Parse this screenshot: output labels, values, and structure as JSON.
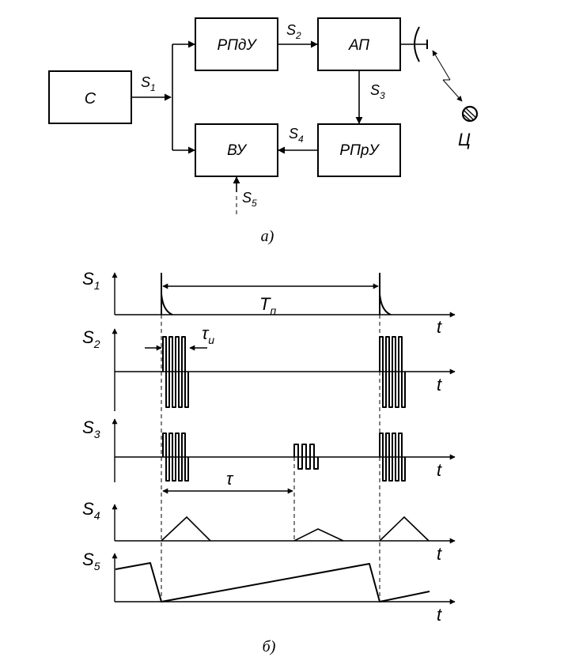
{
  "block_diagram": {
    "blocks": {
      "source": "С",
      "transmitter": "РПдУ",
      "antenna_switch": "АП",
      "receiver": "РПрУ",
      "computing_unit": "ВУ"
    },
    "signals": {
      "s1": "S",
      "s1_sub": "1",
      "s2": "S",
      "s2_sub": "2",
      "s3": "S",
      "s3_sub": "3",
      "s4": "S",
      "s4_sub": "4",
      "s5": "S",
      "s5_sub": "5"
    },
    "target_label": "Ц",
    "caption": "а)"
  },
  "timing_diagram": {
    "rows": [
      {
        "name": "S",
        "sub": "1",
        "axis": "t"
      },
      {
        "name": "S",
        "sub": "2",
        "axis": "t"
      },
      {
        "name": "S",
        "sub": "3",
        "axis": "t"
      },
      {
        "name": "S",
        "sub": "4",
        "axis": "t"
      },
      {
        "name": "S",
        "sub": "5",
        "axis": "t"
      }
    ],
    "period": {
      "symbol": "T",
      "sub": "п"
    },
    "pulse_width": {
      "symbol": "τ",
      "sub": "и"
    },
    "delay": {
      "symbol": "τ"
    },
    "caption": "б)"
  }
}
